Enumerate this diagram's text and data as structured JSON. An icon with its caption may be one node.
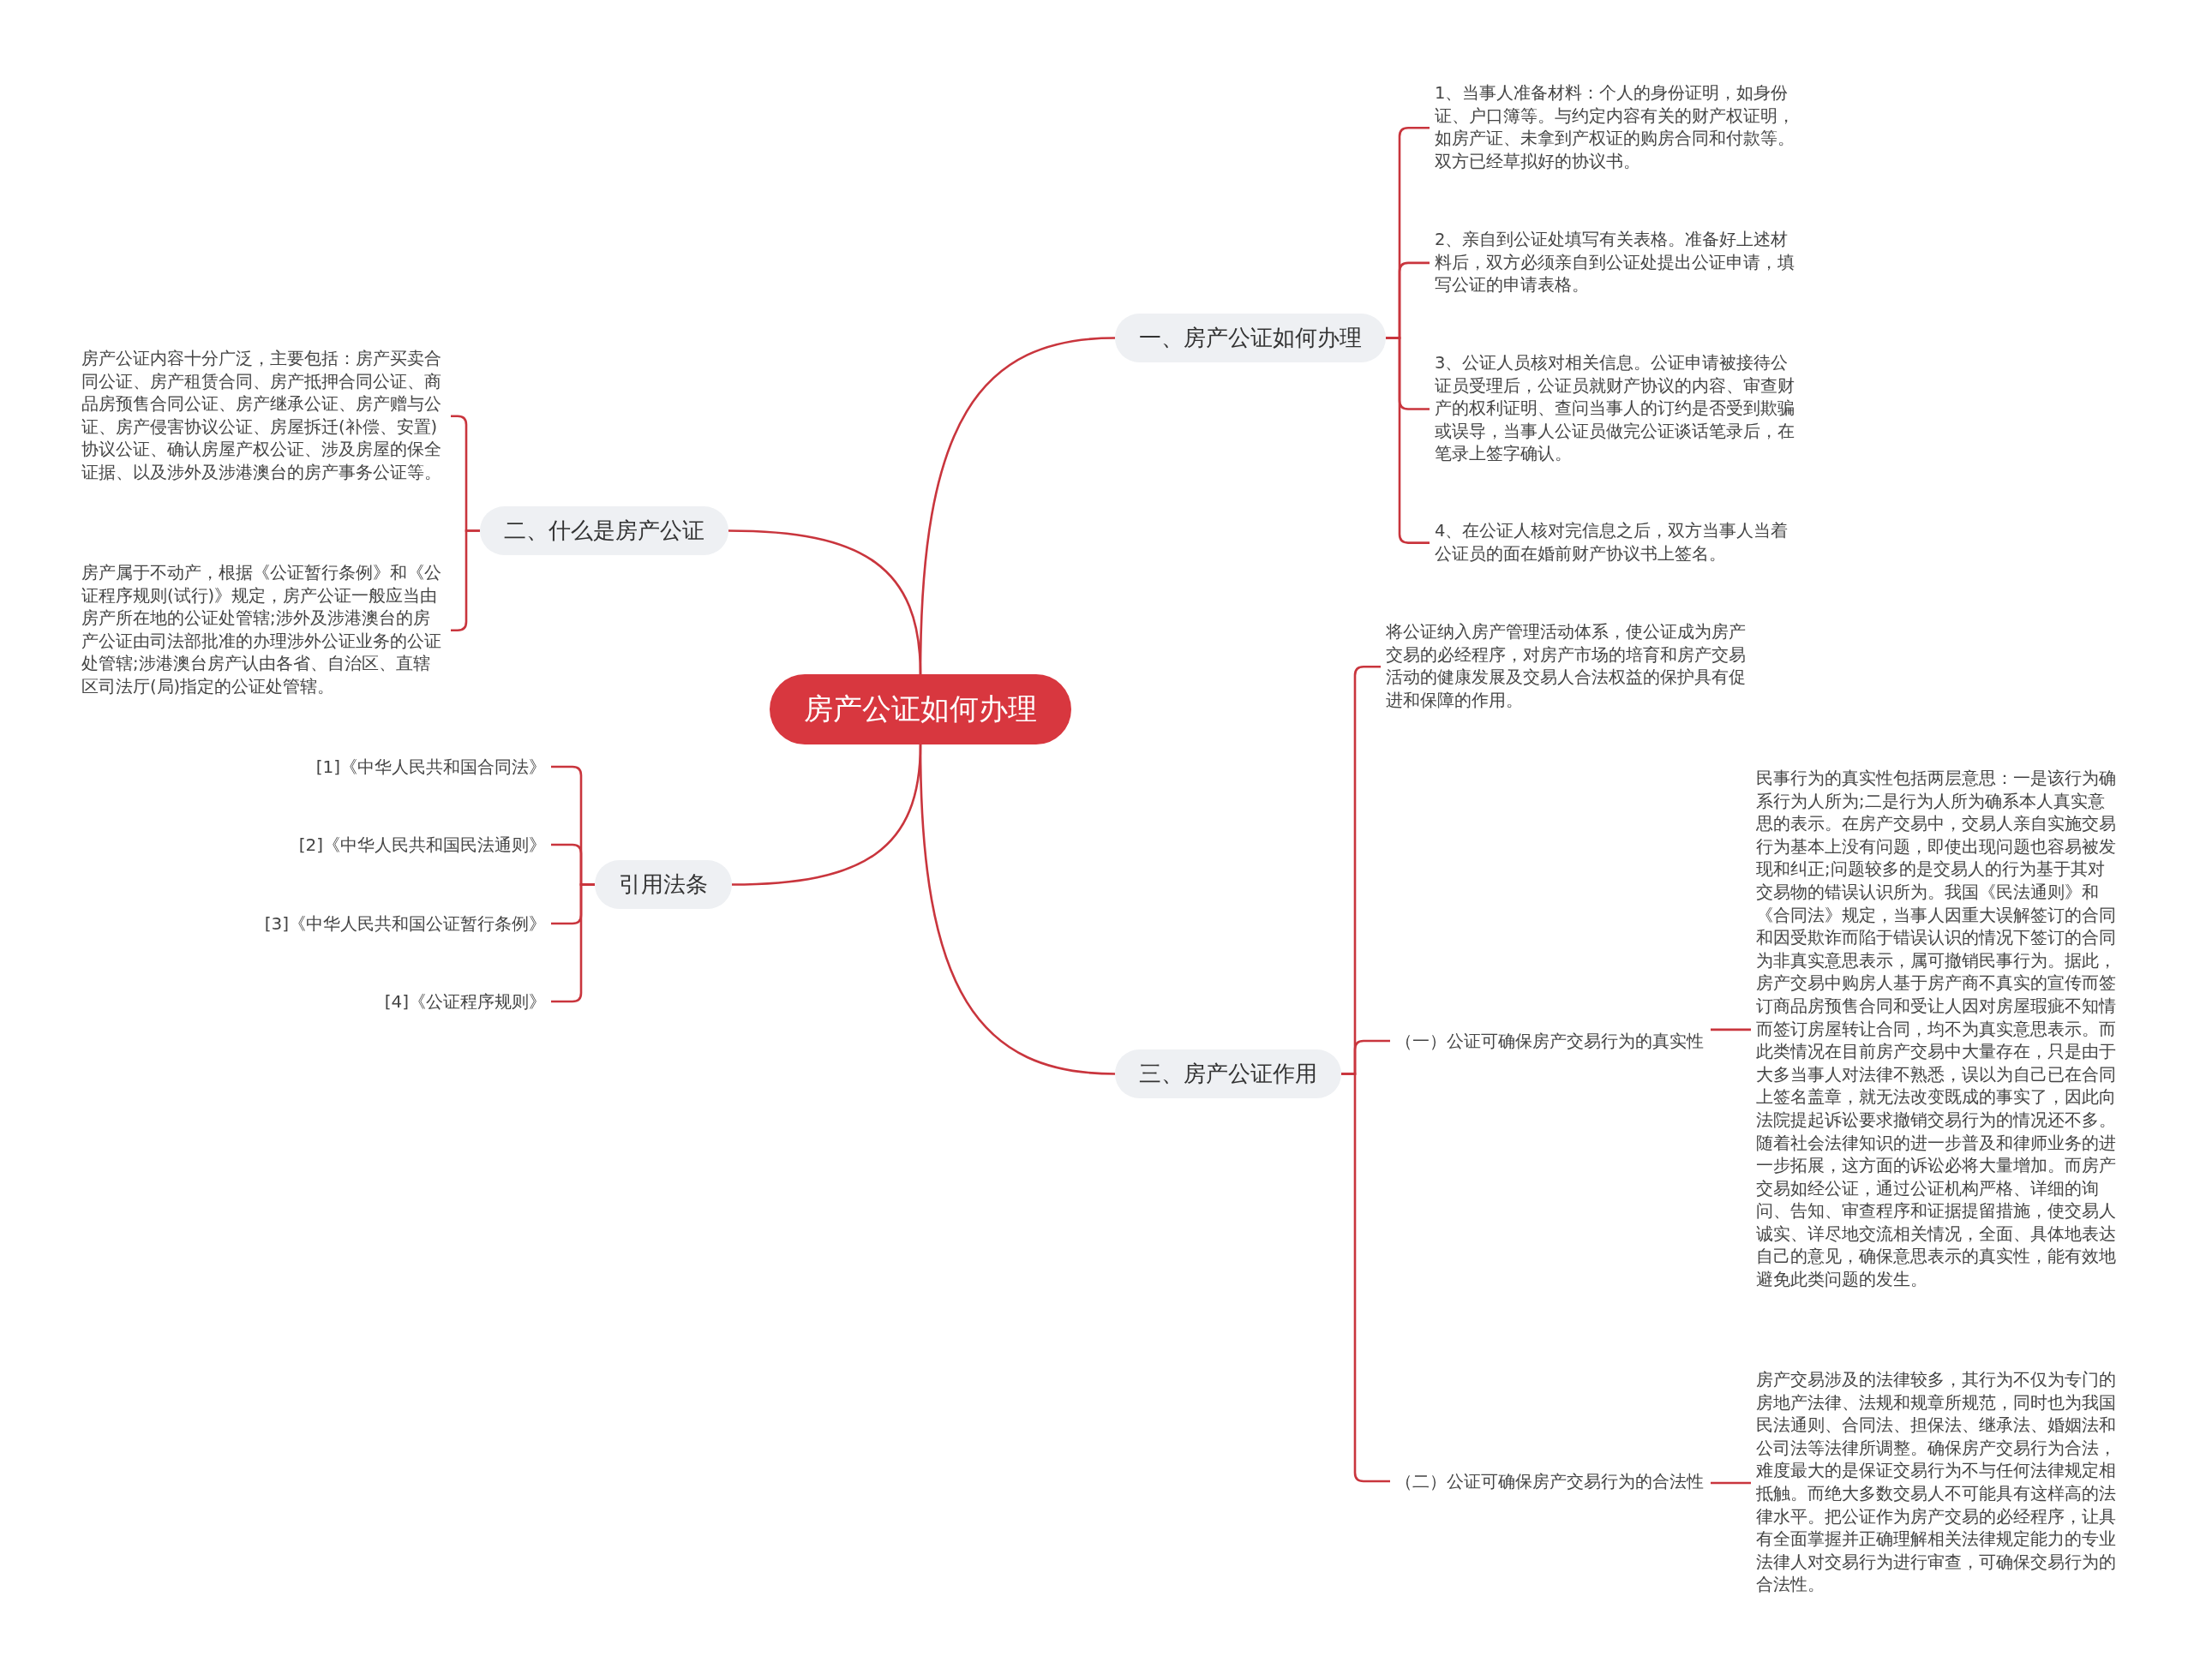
{
  "diagram": {
    "nodes": [
      {
        "text": [
          "房产公证如何办理"
        ]
      },
      {
        "text": [
          "一、房产公证如何办理"
        ]
      },
      {
        "text": [
          "1、当事人准备材料：个人的身份证明，如身份证、户口簿等。与约定内容有关的财产权证明，如房产证、未拿到产权证的购房合同和付款等。双方已经草拟好的协议书。"
        ]
      },
      {
        "text": [
          "2、亲自到公证处填写有关表格。准备好上述材料后，双方必须亲自到公证处提出公证申请，填写公证的申请表格。"
        ]
      },
      {
        "text": [
          "3、公证人员核对相关信息。公证申请被接待公证员受理后，公证员就财产协议的内容、审查财产的权利证明、查问当事人的订约是否受到欺骗或误导，当事人公证员做完公证谈话笔录后，在笔录上签字确认。"
        ]
      },
      {
        "text": [
          "4、在公证人核对完信息之后，双方当事人当着公证员的面在婚前财产协议书上签名。"
        ]
      },
      {
        "text": [
          "二、什么是房产公证"
        ]
      },
      {
        "text": [
          "房产公证内容十分广泛，主要包括：房产买卖合同公证、房产租赁合同、房产抵押合同公证、商品房预售合同公证、房产继承公证、房产赠与公证、房产侵害协议公证、房屋拆迁(补偿、安置)协议公证、确认房屋产权公证、涉及房屋的保全证据、以及涉外及涉港澳台的房产事务公证等。"
        ]
      },
      {
        "text": [
          "房产属于不动产，根据《公证暂行条例》和《公证程序规则(试行)》规定，房产公证一般应当由房产所在地的公证处管辖;涉外及涉港澳台的房产公证由司法部批准的办理涉外公证业务的公证处管辖;涉港澳台房产认由各省、自治区、直辖区司法厅(局)指定的公证处管辖。"
        ]
      },
      {
        "text": [
          "引用法条"
        ]
      },
      {
        "text": [
          "[1]《中华人民共和国合同法》"
        ]
      },
      {
        "text": [
          "[2]《中华人民共和国民法通则》"
        ]
      },
      {
        "text": [
          "[3]《中华人民共和国公证暂行条例》"
        ]
      },
      {
        "text": [
          "[4]《公证程序规则》"
        ]
      },
      {
        "text": [
          "三、房产公证作用"
        ]
      },
      {
        "text": [
          "将公证纳入房产管理活动体系，使公证成为房产交易的必经程序，对房产市场的培育和房产交易活动的健康发展及交易人合法权益的保护具有促进和保障的作用。"
        ]
      },
      {
        "text": [
          "（一）公证可确保房产交易行为的真实性"
        ]
      },
      {
        "text": [
          "民事行为的真实性包括两层意思：一是该行为确系行为人所为;二是行为人所为确系本人真实意思的表示。在房产交易中，交易人亲自实施交易行为基本上没有问题，即使出现问题也容易被发现和纠正;问题较多的是交易人的行为基于其对交易物的错误认识所为。我国《民法通则》和《合同法》规定，当事人因重大误解签订的合同和因受欺诈而陷于错误认识的情况下签订的合同为非真实意思表示，属可撤销民事行为。据此，房产交易中购房人基于房产商不真实的宣传而签订商品房预售合同和受让人因对房屋瑕疵不知情而签订房屋转让合同，均不为真实意思表示。而此类情况在目前房产交易中大量存在，只是由于大多当事人对法律不熟悉，误以为自己已在合同上签名盖章，就无法改变既成的事实了，因此向法院提起诉讼要求撤销交易行为的情况还不多。随着社会法律知识的进一步普及和律师业务的进一步拓展，这方面的诉讼必将大量增加。而房产交易如经公证，通过公证机构严格、详细的询问、告知、审查程序和证据提留措施，使交易人诚实、详尽地交流相关情况，全面、具体地表达自己的意见，确保意思表示的真实性，能有效地避免此类问题的发生。"
        ]
      },
      {
        "text": [
          "（二）公证可确保房产交易行为的合法性"
        ]
      },
      {
        "text": [
          "房产交易涉及的法律较多，其行为不仅为专门的房地产法律、法规和规章所规范，同时也为我国民法通则、合同法、担保法、继承法、婚姻法和公司法等法律所调整。确保房产交易行为合法，难度最大的是保证交易行为不与任何法律规定相抵触。而绝大多数交易人不可能具有这样高的法律水平。把公证作为房产交易的必经程序，让具有全面掌握并正确理解相关法律规定能力的专业法律人对交易行为进行审查，可确保交易行为的合法性。"
        ]
      }
    ],
    "edges": [
      {
        "from": 0,
        "to": 1,
        "arrow": "none"
      },
      {
        "from": 1,
        "to": 2,
        "arrow": "none"
      },
      {
        "from": 1,
        "to": 3,
        "arrow": "none"
      },
      {
        "from": 1,
        "to": 4,
        "arrow": "none"
      },
      {
        "from": 1,
        "to": 5,
        "arrow": "none"
      },
      {
        "from": 0,
        "to": 6,
        "arrow": "none"
      },
      {
        "from": 6,
        "to": 7,
        "arrow": "none"
      },
      {
        "from": 6,
        "to": 8,
        "arrow": "none"
      },
      {
        "from": 0,
        "to": 9,
        "arrow": "none"
      },
      {
        "from": 9,
        "to": 10,
        "arrow": "none"
      },
      {
        "from": 9,
        "to": 11,
        "arrow": "none"
      },
      {
        "from": 9,
        "to": 12,
        "arrow": "none"
      },
      {
        "from": 9,
        "to": 13,
        "arrow": "none"
      },
      {
        "from": 0,
        "to": 14,
        "arrow": "none"
      },
      {
        "from": 14,
        "to": 15,
        "arrow": "none"
      },
      {
        "from": 14,
        "to": 16,
        "arrow": "none"
      },
      {
        "from": 16,
        "to": 17,
        "arrow": "none"
      },
      {
        "from": 14,
        "to": 18,
        "arrow": "none"
      },
      {
        "from": 18,
        "to": 19,
        "arrow": "none"
      }
    ]
  }
}
